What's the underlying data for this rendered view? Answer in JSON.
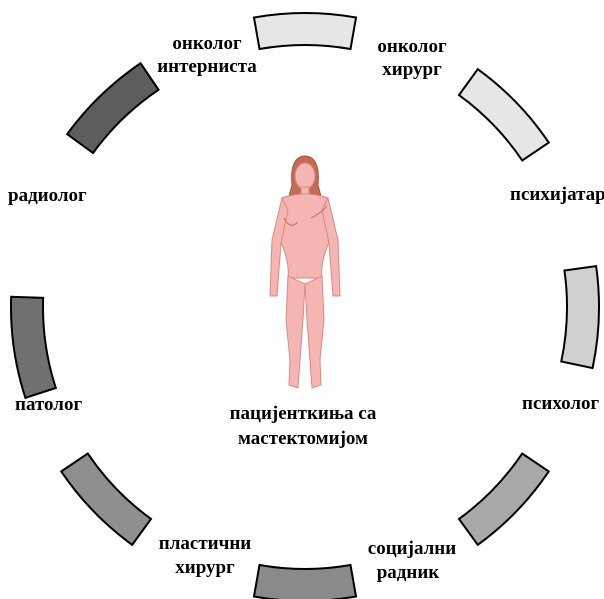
{
  "center": {
    "label_lines": [
      "пацијенткиња са",
      "мастектомијом"
    ],
    "figure_icon": "female-patient-figure-icon"
  },
  "roles": [
    {
      "key": "oncologist-internist",
      "lines": [
        "онколог",
        "интерниста"
      ],
      "color": "#5d5d5d"
    },
    {
      "key": "top-segment",
      "lines": [],
      "color": "#e6e6e6"
    },
    {
      "key": "oncologist-surgeon",
      "lines": [
        "онколог",
        "хирург"
      ],
      "color": "#e6e6e6"
    },
    {
      "key": "psychiatrist",
      "lines": [
        "психијатар"
      ],
      "color": "#d0d0d0"
    },
    {
      "key": "psychologist",
      "lines": [
        "психолог"
      ],
      "color": "#b8b8b8"
    },
    {
      "key": "social-worker",
      "lines": [
        "социјални",
        "радник"
      ],
      "color": "#a0a0a0"
    },
    {
      "key": "plastic-surgeon",
      "lines": [
        "пластични",
        "хирург"
      ],
      "color": "#8a8a8a"
    },
    {
      "key": "pathologist",
      "lines": [
        "патолог"
      ],
      "color": "#8a8a8a"
    },
    {
      "key": "radiologist",
      "lines": [
        "радиолог"
      ],
      "color": "#707070"
    }
  ]
}
